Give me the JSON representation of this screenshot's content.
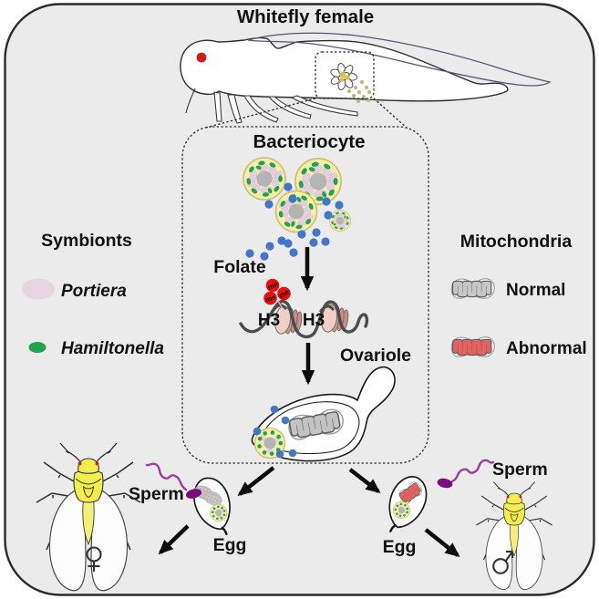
{
  "figure_title": "Whitefly female",
  "colors": {
    "background": "#ebebeb",
    "frame_border": "#2b2b2b",
    "whitefly_yellow": "#f2ee4e",
    "abdomen_yellow": "#f3ef79",
    "eye_red": "#d51a1a",
    "bacteriocyte_fill": "#f3edae",
    "bacteriocyte_border": "#cdc06a",
    "nucleus_grey": "#b4b4b4",
    "portiera_pink": "#e6d4e2",
    "hamiltonella_green": "#24a14b",
    "folate_blue": "#4376c9",
    "methyl_red": "#e90f0f",
    "nucleosome_face": "#eed0c7",
    "nucleosome_band": "#c98f82",
    "dna_grey": "#4d4d4d",
    "mito_normal_grey": "#c6c6c6",
    "mito_abnormal_red": "#e4635c",
    "sperm_tail_purple": "#9d3ca6",
    "sperm_head_purple": "#7a0d7d",
    "arrow_black": "#0d0d0d"
  },
  "pathway": {
    "bacteriocyte_label": "Bacteriocyte",
    "folate_label": "Folate",
    "methyl_label": "me",
    "histone_label_left": "H3",
    "histone_label_right": "H3",
    "ovariole_label": "Ovariole"
  },
  "legend_symbionts": {
    "title": "Symbionts",
    "items": [
      {
        "label": "Portiera",
        "color": "#e6d4e2"
      },
      {
        "label": "Hamiltonella",
        "color": "#24a14b"
      }
    ]
  },
  "legend_mitochondria": {
    "title": "Mitochondria",
    "items": [
      {
        "label": "Normal",
        "color": "#c6c6c6"
      },
      {
        "label": "Abnormal",
        "color": "#e4635c"
      }
    ]
  },
  "offspring_left": {
    "sperm_label": "Sperm",
    "egg_label": "Egg",
    "sex_symbol": "♀",
    "mitochondria": "normal"
  },
  "offspring_right": {
    "sperm_label": "Sperm",
    "egg_label": "Egg",
    "sex_symbol": "♂",
    "mitochondria": "abnormal"
  }
}
